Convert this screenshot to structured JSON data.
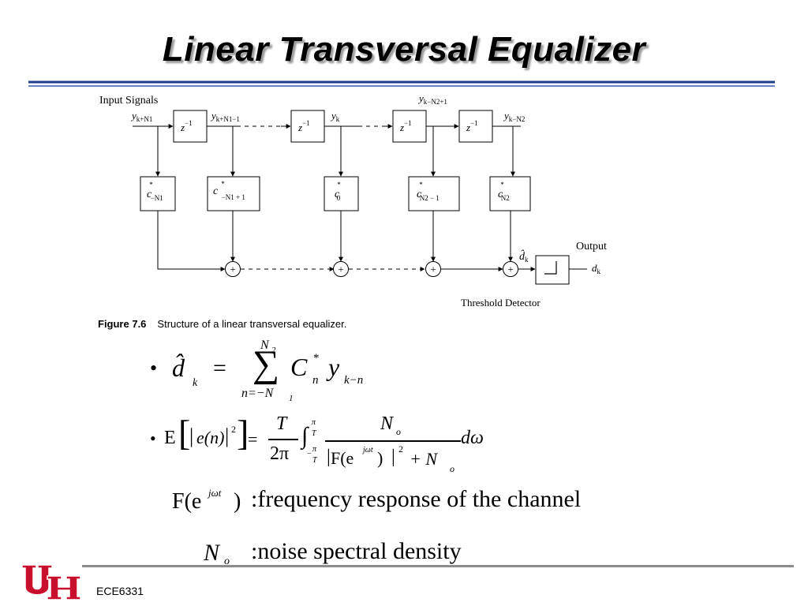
{
  "slide": {
    "title": "Linear Transversal Equalizer",
    "footer": "ECE6331",
    "colors": {
      "title_shadow": "#9a9a9a",
      "rule_blue": "#1f3c8c",
      "footer_line": "#8c8c8c",
      "logo_red": "#c8102e"
    }
  },
  "diagram": {
    "input_label": "Input Signals",
    "output_label": "Output",
    "threshold_label": "Threshold Detector",
    "delay_label": "z",
    "delay_exp": "−1",
    "signals": {
      "y_first": "y",
      "y_first_sub": "k+N1",
      "y_second": "y",
      "y_second_sub": "k+N1−1",
      "y_mid": "y",
      "y_mid_sub": "k",
      "y_upper": "y",
      "y_upper_sub": "k−N2+1",
      "y_last": "y",
      "y_last_sub": "k−N2",
      "d_hat": "d̂",
      "d_hat_sub": "k",
      "d_out": "d",
      "d_out_sub": "k"
    },
    "taps": [
      {
        "base": "c",
        "sup": "*",
        "sub": "−N1"
      },
      {
        "base": "c",
        "sup": "*",
        "sub": "−N1 + 1"
      },
      {
        "base": "c",
        "sup": "*",
        "sub": "0"
      },
      {
        "base": "c",
        "sup": "*",
        "sub": "N2 − 1"
      },
      {
        "base": "c",
        "sup": "*",
        "sub": "N2"
      }
    ],
    "adder_symbol": "+",
    "detector_symbol": "⌐"
  },
  "figure": {
    "label": "Figure 7.6",
    "caption": "Structure of a linear transversal equalizer."
  },
  "equations": {
    "bullet": "•",
    "eq1": {
      "lhs": "d̂",
      "lhs_sub": "k",
      "eq": "=",
      "sum": "∑",
      "upper": "N",
      "upper_sub": "2",
      "lower": "n=−N",
      "lower_sub": "1",
      "term": "C",
      "term_sup": "*",
      "term_sub": "n",
      "y": "y",
      "y_sub": "k−n"
    },
    "eq2": {
      "E": "E",
      "lbr": "[",
      "rbr": "]",
      "inner": "e(n)",
      "bar": "|",
      "sq": "2",
      "eq": "=",
      "frac_num": "T",
      "frac_den": "2π",
      "int": "∫",
      "int_up_num": "π",
      "int_up_den": "T",
      "int_lo_num": "π",
      "int_lo_den": "T",
      "minus": "−",
      "num": "N",
      "num_sub": "o",
      "den_F": "F(e",
      "den_exp": "jωt",
      "den_close": ")",
      "den_sq": "2",
      "den_plus": "+ N",
      "den_sub": "o",
      "d": "dω"
    },
    "def1": {
      "sym": "F(e",
      "sym_exp": "jωt",
      "sym_close": ")",
      "text": ":frequency response of the channel"
    },
    "def2": {
      "sym": "N",
      "sym_sub": "o",
      "text": ":noise spectral density"
    }
  }
}
